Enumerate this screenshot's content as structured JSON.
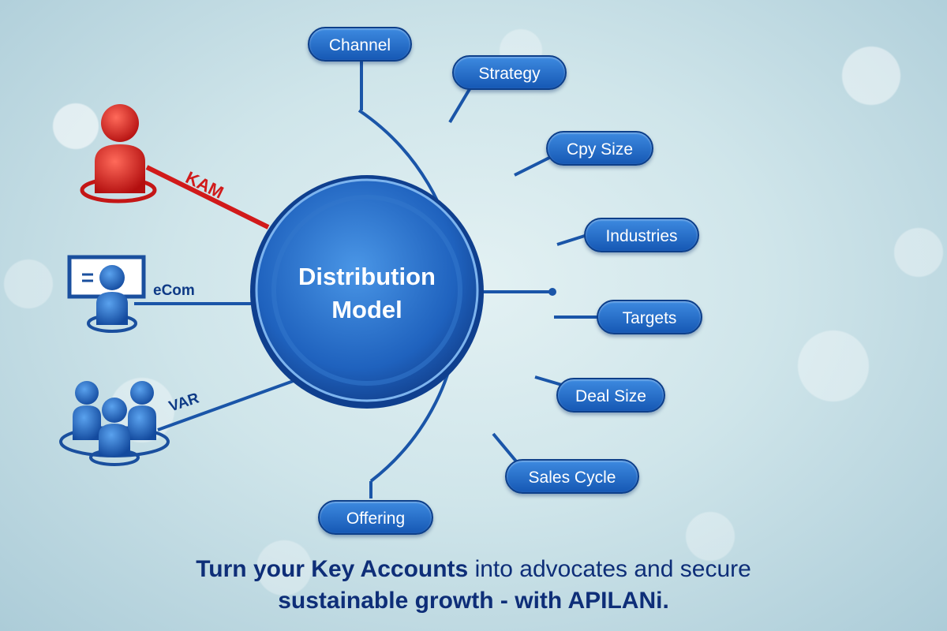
{
  "hub": {
    "line1": "Distribution",
    "line2": "Model"
  },
  "connectors": {
    "kam": "KAM",
    "ecom": "eCom",
    "var": "VAR"
  },
  "nodes": [
    "Channel",
    "Strategy",
    "Cpy Size",
    "Industries",
    "Targets",
    "Deal Size",
    "Sales Cycle",
    "Offering"
  ],
  "tagline": {
    "line1_bold": "Turn your Key Accounts",
    "line1_rest": " into advocates and secure",
    "line2_bold": "sustainable growth - with APILANi."
  },
  "colors": {
    "blue": "#1658b4",
    "dark_blue": "#0d3f8a",
    "red": "#d11a1a",
    "text_navy": "#0e2e78"
  },
  "icons": [
    "person-icon",
    "presentation-screen-icon",
    "group-icon"
  ]
}
